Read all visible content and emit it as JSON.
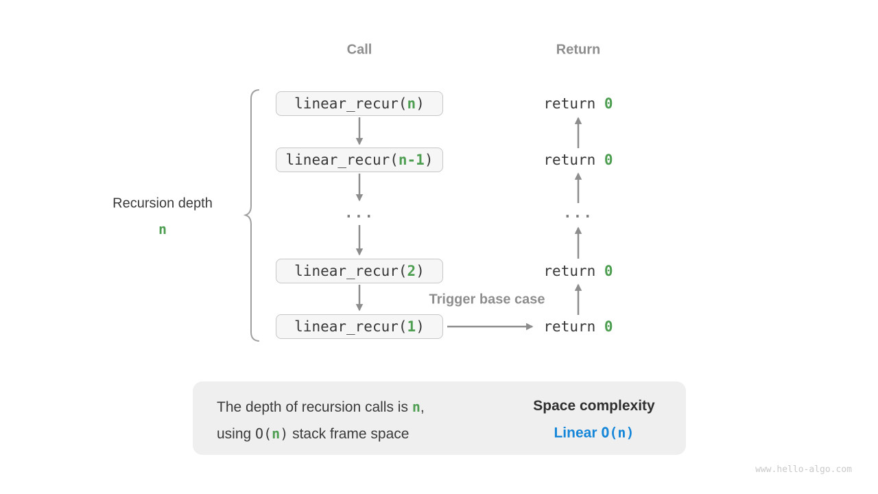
{
  "diagram": {
    "call_header": "Call",
    "return_header": "Return",
    "ellipsis": "...",
    "left_label": {
      "line1": "Recursion depth",
      "line2": "n"
    },
    "trigger_label": "Trigger base case",
    "call_stack": [
      {
        "prefix": "linear_recur(",
        "arg": "n",
        "suffix": ")"
      },
      {
        "prefix": "linear_recur(",
        "arg": "n-1",
        "suffix": ")"
      },
      {
        "prefix": "linear_recur(",
        "arg": "2",
        "suffix": ")"
      },
      {
        "prefix": "linear_recur(",
        "arg": "1",
        "suffix": ")"
      }
    ],
    "returns": [
      {
        "prefix": "return ",
        "value": "0"
      },
      {
        "prefix": "return ",
        "value": "0"
      },
      {
        "prefix": "return ",
        "value": "0"
      },
      {
        "prefix": "return ",
        "value": "0"
      }
    ]
  },
  "summary": {
    "line1": {
      "t1": "The depth of recursion calls is ",
      "n": "n",
      "t2": ","
    },
    "line2": {
      "t1": "using ",
      "o": "O(",
      "n": "n",
      "c": ")",
      "t2": " stack frame space"
    },
    "right_title": "Space complexity",
    "right_word": "Linear",
    "right_bigo": "O(n)"
  },
  "page": {
    "watermark": "www.hello-algo.com"
  },
  "colors": {
    "green": "#4e9e52",
    "blue": "#1586d8",
    "gray-label": "#8e8e8e",
    "arrow": "#8c8c8c",
    "dark": "#3a3a3a",
    "code": "#383838",
    "box-bg": "#f6f6f6",
    "box-border": "#c6c6c6",
    "summary-bg": "#efefef",
    "block-arrow": "#c5c5c5",
    "brace": "#9e9e9e",
    "watermark": "#c9c9c9",
    "ellipsis": "#7e7e7e"
  }
}
